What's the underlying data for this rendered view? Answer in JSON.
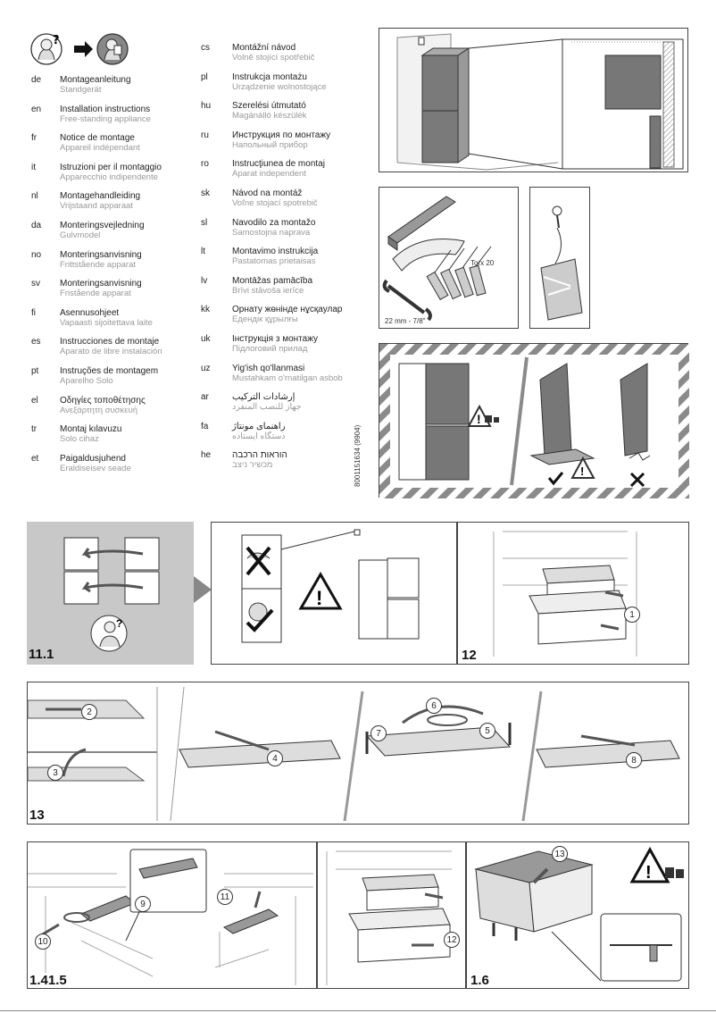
{
  "languages_left": [
    {
      "code": "de",
      "title": "Montageanleitung",
      "subtitle": "Standgerät"
    },
    {
      "code": "en",
      "title": "Installation instructions",
      "subtitle": "Free-standing appliance"
    },
    {
      "code": "fr",
      "title": "Notice de montage",
      "subtitle": "Appareil indépendant"
    },
    {
      "code": "it",
      "title": "Istruzioni per il montaggio",
      "subtitle": "Apparecchio indipendente"
    },
    {
      "code": "nl",
      "title": "Montagehandleiding",
      "subtitle": "Vrijstaand apparaat"
    },
    {
      "code": "da",
      "title": "Monteringsvejledning",
      "subtitle": "Gulvmodel"
    },
    {
      "code": "no",
      "title": "Monteringsanvisning",
      "subtitle": "Frittstående apparat"
    },
    {
      "code": "sv",
      "title": "Monteringsanvisning",
      "subtitle": "Fristående apparat"
    },
    {
      "code": "fi",
      "title": "Asennusohjeet",
      "subtitle": "Vapaasti sijoitettava laite"
    },
    {
      "code": "es",
      "title": "Instrucciones de montaje",
      "subtitle": "Aparato de libre instalación"
    },
    {
      "code": "pt",
      "title": "Instruções de montagem",
      "subtitle": "Aparelho Solo"
    },
    {
      "code": "el",
      "title": "Οδηγίες τοποθέτησης",
      "subtitle": "Ανεξάρτητη συσκευή"
    },
    {
      "code": "tr",
      "title": "Montaj kılavuzu",
      "subtitle": "Solo cihaz"
    },
    {
      "code": "et",
      "title": "Paigaldusjuhend",
      "subtitle": "Eraldiseisev seade"
    }
  ],
  "languages_right": [
    {
      "code": "cs",
      "title": "Montážní návod",
      "subtitle": "Volně stojící spotřebič"
    },
    {
      "code": "pl",
      "title": "Instrukcja montażu",
      "subtitle": "Urządzenie wolnostojące"
    },
    {
      "code": "hu",
      "title": "Szerelési útmutató",
      "subtitle": "Magánálló készülék"
    },
    {
      "code": "ru",
      "title": "Инструкция по монтажу",
      "subtitle": "Напольный прибор"
    },
    {
      "code": "ro",
      "title": "Instrucţiunea de montaj",
      "subtitle": "Aparat independent"
    },
    {
      "code": "sk",
      "title": "Návod na montáž",
      "subtitle": "Voľne stojací spotrebič"
    },
    {
      "code": "sl",
      "title": "Navodilo za montažo",
      "subtitle": "Samostojna naprava"
    },
    {
      "code": "lt",
      "title": "Montavimo instrukcija",
      "subtitle": "Pastatomas prietaisas"
    },
    {
      "code": "lv",
      "title": "Montāžas pamācība",
      "subtitle": "Brīvi stāvoša ierīce"
    },
    {
      "code": "kk",
      "title": "Орнату жөнінде нұсқаулар",
      "subtitle": "Едендік құрылғы"
    },
    {
      "code": "uk",
      "title": "Інструкція з монтажу",
      "subtitle": "Підлоговий прилад"
    },
    {
      "code": "uz",
      "title": "Yig'ish qo'llanmasi",
      "subtitle": "Mustahkam o'rnatilgan asbob"
    },
    {
      "code": "ar",
      "title": "إرشادات التركيب",
      "subtitle": "جهاز للنصب المنفرد"
    },
    {
      "code": "fa",
      "title": "راهنمای مونتاژ",
      "subtitle": "دستگاه ایستاده"
    },
    {
      "code": "he",
      "title": "הוראות הרכבה",
      "subtitle": "מכשיר ניצב"
    }
  ],
  "doc_code": "8001151634 (9904)",
  "tools": {
    "torx": "Torx 20",
    "wrench": "22 mm - 7/8\""
  },
  "steps": {
    "s11": "11.1",
    "s12": "12",
    "s13": "13",
    "s14": "1.41.5",
    "s16": "1.6"
  },
  "callouts": [
    "1",
    "2",
    "3",
    "4",
    "5",
    "6",
    "7",
    "8",
    "9",
    "10",
    "11",
    "12",
    "13"
  ],
  "colors": {
    "panel_gray": "#c8c8c8",
    "stripe": "#8a8a8a",
    "line": "#333333"
  }
}
